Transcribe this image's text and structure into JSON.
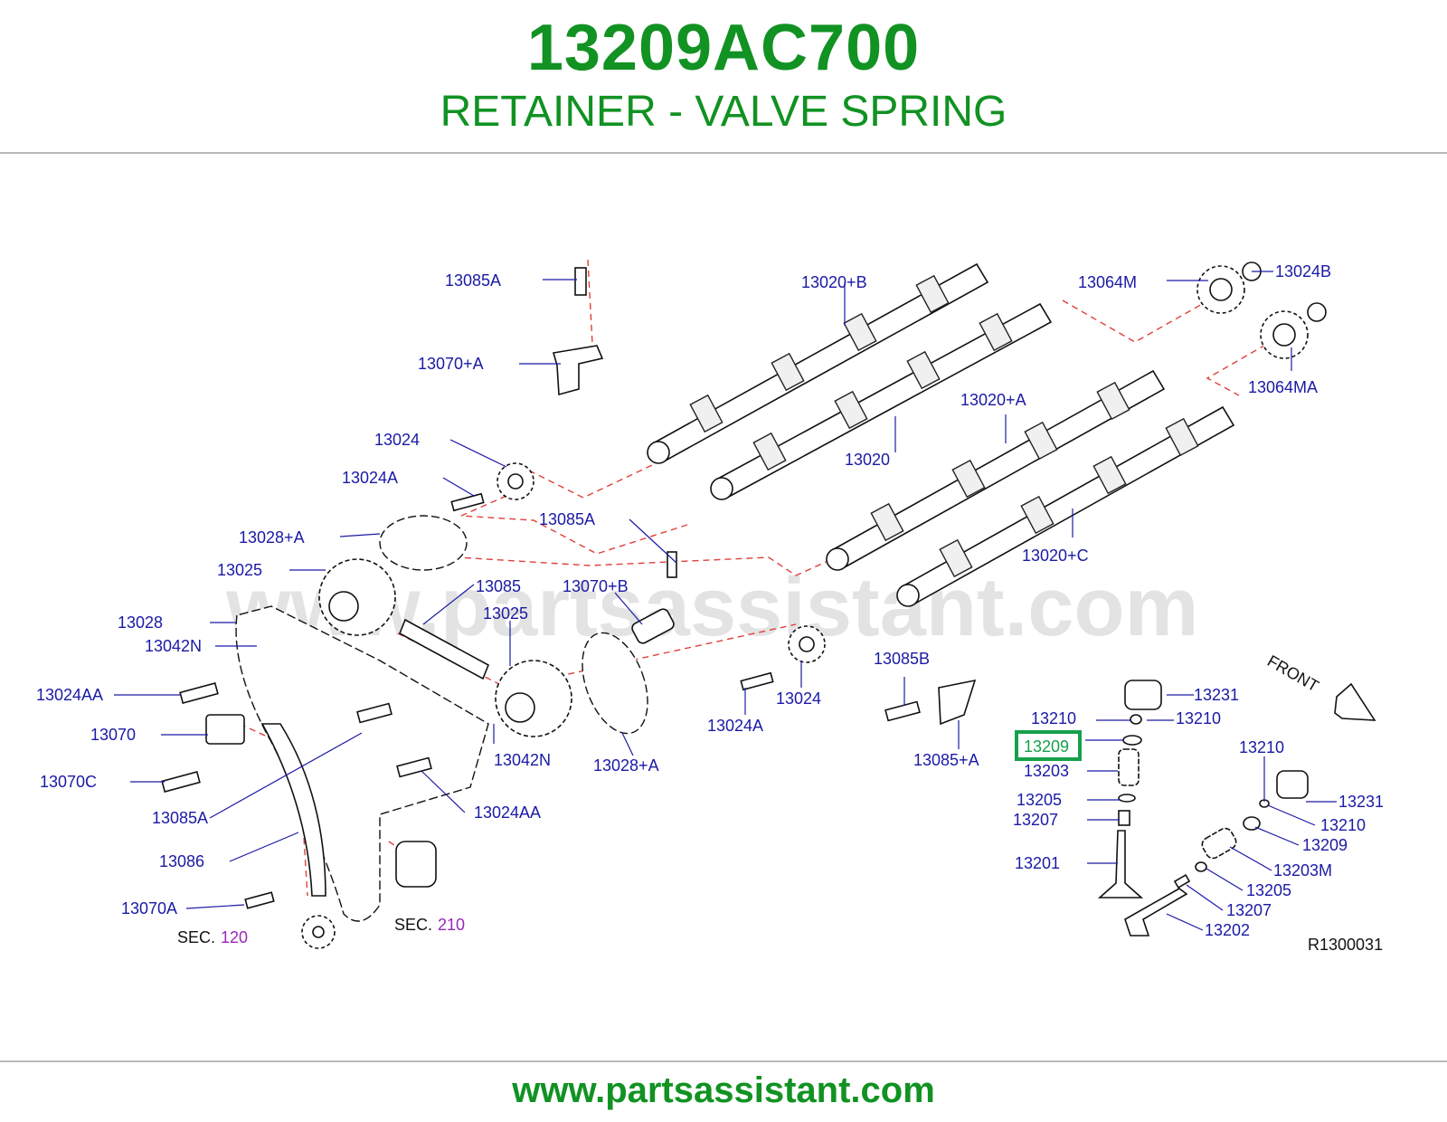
{
  "header": {
    "part_number": "13209AC700",
    "part_name": "RETAINER - VALVE SPRING"
  },
  "diagram": {
    "watermark": "www.partsassistant.com",
    "ref_code": "R1300031",
    "front_label": "FRONT",
    "highlighted_label": "13209",
    "sec_prefix": "SEC.",
    "sec_numbers": [
      "120",
      "210"
    ],
    "callouts": [
      "13085A",
      "13070+A",
      "13020+B",
      "13064M",
      "13024B",
      "13064MA",
      "13024",
      "13024A",
      "13020",
      "13020+A",
      "13028+A",
      "13085A",
      "13025",
      "13085",
      "13070+B",
      "13025",
      "13020+C",
      "13028",
      "13042N",
      "13024AA",
      "13070",
      "13070C",
      "13085A",
      "13086",
      "13070A",
      "13042N",
      "13024AA",
      "13028+A",
      "13024",
      "13024A",
      "13085B",
      "13085+A",
      "13231",
      "13210",
      "13210",
      "13203",
      "13205",
      "13207",
      "13201",
      "13210",
      "13231",
      "13210",
      "13209",
      "13203M",
      "13205",
      "13207",
      "13202"
    ]
  },
  "colors": {
    "brand_green": "#119222",
    "callout_blue": "#1a1aa6",
    "highlight_box": "#16a04a",
    "chain_path_dashed": "#e0403a",
    "sec_purple": "#9a27b8"
  },
  "footer": {
    "url": "www.partsassistant.com"
  }
}
